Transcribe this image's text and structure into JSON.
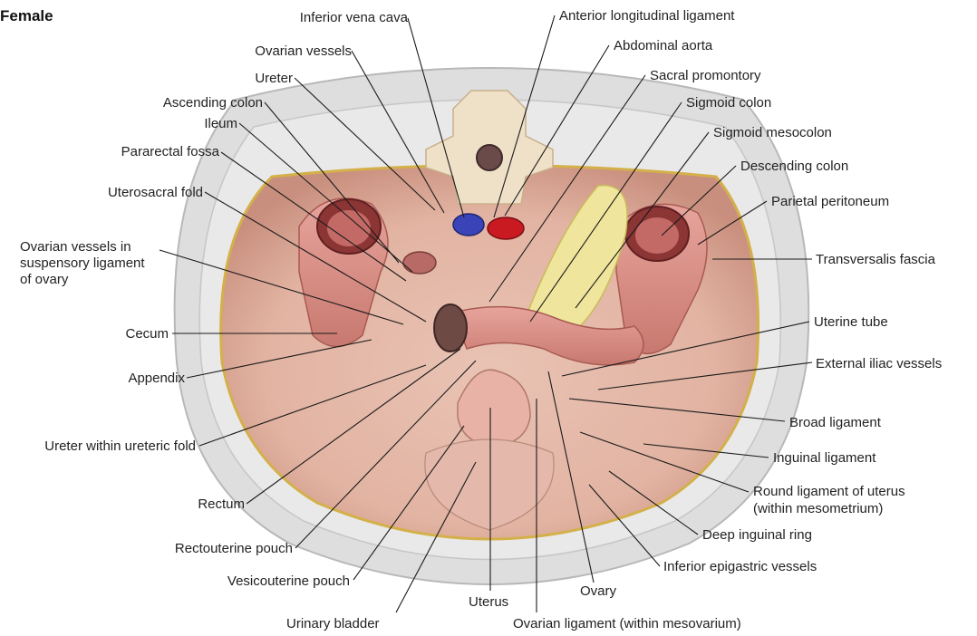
{
  "title": "Female",
  "labels": {
    "inferior_vena_cava": "Inferior vena cava",
    "anterior_longitudinal_ligament": "Anterior longitudinal ligament",
    "ovarian_vessels": "Ovarian vessels",
    "abdominal_aorta": "Abdominal aorta",
    "ureter": "Ureter",
    "sacral_promontory": "Sacral promontory",
    "ascending_colon": "Ascending colon",
    "sigmoid_colon": "Sigmoid colon",
    "ileum": "Ileum",
    "sigmoid_mesocolon": "Sigmoid mesocolon",
    "pararectal_fossa": "Pararectal fossa",
    "descending_colon": "Descending colon",
    "uterosacral_fold": "Uterosacral  fold",
    "parietal_peritoneum": "Parietal peritoneum",
    "ovarian_vessels_suspensory_1": "Ovarian vessels in",
    "ovarian_vessels_suspensory_2": "suspensory ligament",
    "ovarian_vessels_suspensory_3": "of ovary",
    "transversalis_fascia": "Transversalis fascia",
    "uterine_tube": "Uterine tube",
    "cecum": "Cecum",
    "external_iliac_vessels": "External iliac vessels",
    "appendix": "Appendix",
    "broad_ligament": "Broad ligament",
    "ureter_ureteric_fold": "Ureter within ureteric fold",
    "inguinal_ligament": "Inguinal ligament",
    "round_ligament_1": "Round ligament of uterus",
    "round_ligament_2": "(within mesometrium)",
    "rectum": "Rectum",
    "deep_inguinal_ring": "Deep inguinal ring",
    "rectouterine_pouch": "Rectouterine pouch",
    "inferior_epigastric_vessels": "Inferior epigastric vessels",
    "vesicouterine_pouch": "Vesicouterine pouch",
    "ovary": "Ovary",
    "uterus": "Uterus",
    "urinary_bladder": "Urinary bladder",
    "ovarian_ligament": "Ovarian ligament (within mesovarium)"
  }
}
